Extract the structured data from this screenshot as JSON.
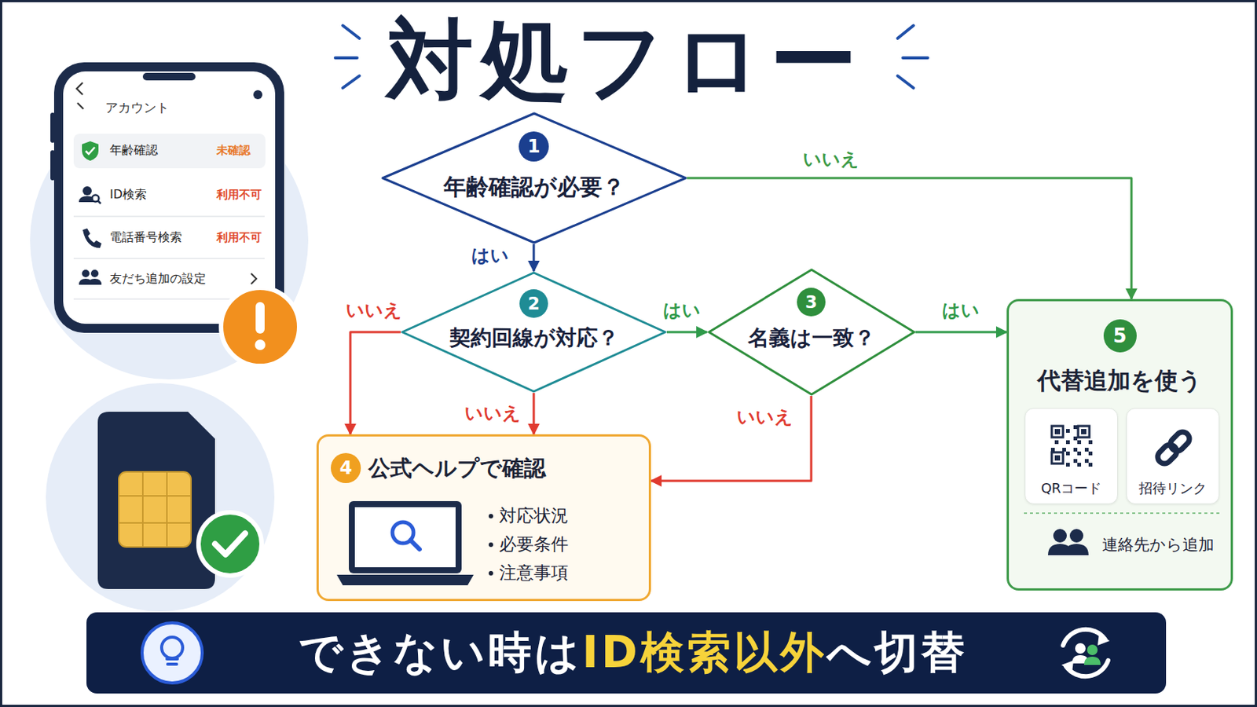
{
  "diagram": {
    "title": "対処フロー",
    "nodes": [
      {
        "text": [
          "1",
          "年齢確認が必要？"
        ]
      },
      {
        "text": [
          "2",
          "契約回線が対応？"
        ]
      },
      {
        "text": [
          "3",
          "名義は一致？"
        ]
      },
      {
        "text": [
          "4",
          "公式ヘルプで確認",
          "対応状況",
          "必要条件",
          "注意事項"
        ]
      },
      {
        "text": [
          "5",
          "代替追加を使う",
          "連絡先から追加"
        ]
      },
      {
        "text": [
          "QRコード"
        ],
        "in": 4
      },
      {
        "text": [
          "招待リンク"
        ],
        "in": 4
      },
      {
        "text": [
          "できない時は",
          "ID検索以外",
          "へ切替"
        ]
      }
    ],
    "edges": [
      {
        "from": 0,
        "to": 4,
        "arrow": "to",
        "label": "いいえ"
      },
      {
        "from": 0,
        "to": 1,
        "arrow": "to",
        "label": "はい"
      },
      {
        "from": 1,
        "to": 3,
        "arrow": "to",
        "label": "いいえ"
      },
      {
        "from": 1,
        "to": 3,
        "arrow": "to",
        "label": "いいえ"
      },
      {
        "from": 1,
        "to": 2,
        "arrow": "to",
        "label": "はい"
      },
      {
        "from": 2,
        "to": 4,
        "arrow": "to",
        "label": "はい"
      },
      {
        "from": 2,
        "to": 3,
        "arrow": "to",
        "label": "いいえ"
      }
    ],
    "labels": [
      "アカウント",
      "年齢確認",
      "未確認",
      "ID検索",
      "利用不可",
      "電話番号検索",
      "利用不可",
      "友だち追加の設定"
    ]
  }
}
